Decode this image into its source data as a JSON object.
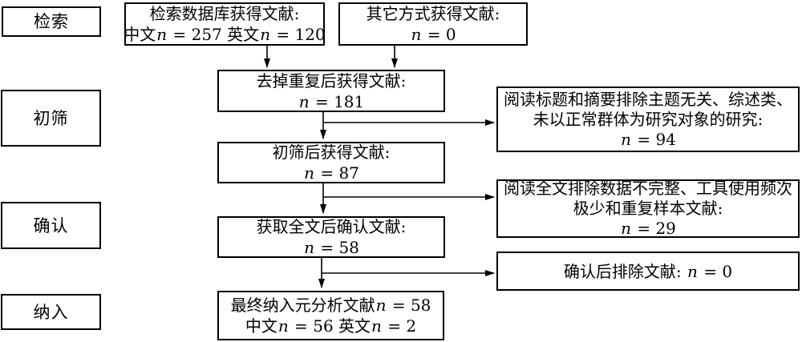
{
  "colors": {
    "border": "#000000",
    "text": "#000000",
    "background": "#ffffff"
  },
  "stages": [
    {
      "label": "检索"
    },
    {
      "label": "初筛"
    },
    {
      "label": "确认"
    },
    {
      "label": "纳入"
    }
  ],
  "flow": {
    "db_search": {
      "lines": [
        "检索数据库获得文献:",
        "中文n = 257 英文n = 120"
      ]
    },
    "other_sources": {
      "lines": [
        "其它方式获得文献:",
        "n = 0"
      ]
    },
    "dedup": {
      "lines": [
        "去掉重复后获得文献:",
        "n = 181"
      ]
    },
    "initial_screen": {
      "lines": [
        "初筛后获得文献:",
        "n = 87"
      ]
    },
    "fulltext_confirm": {
      "lines": [
        "获取全文后确认文献:",
        "n = 58"
      ]
    },
    "final_include": {
      "lines": [
        "最终纳入元分析文献n = 58",
        "中文n = 56 英文n = 2"
      ]
    }
  },
  "exclusions": [
    {
      "lines": [
        "阅读标题和摘要排除主题无关、综述类、",
        "未以正常群体为研究对象的研究:",
        "n = 94"
      ]
    },
    {
      "lines": [
        "阅读全文排除数据不完整、工具使用频次",
        "极少和重复样本文献:",
        "n = 29"
      ]
    },
    {
      "lines": [
        "确认后排除文献: n = 0"
      ]
    }
  ]
}
